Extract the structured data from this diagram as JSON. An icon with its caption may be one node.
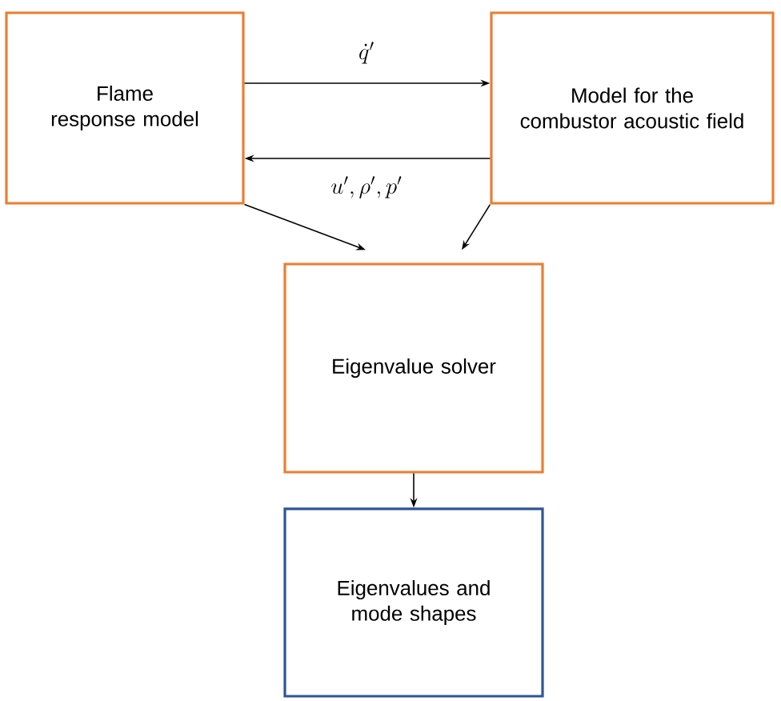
{
  "diagram": {
    "nodes": [
      {
        "text": [
          "Flame response model"
        ]
      },
      {
        "text": [
          "Model for the combustor acoustic field"
        ]
      },
      {
        "text": [
          "Eigenvalue solver"
        ]
      },
      {
        "text": [
          "Eigenvalues and mode shapes"
        ]
      }
    ],
    "edges": [
      {
        "from": 0,
        "to": 1,
        "arrow": "to",
        "label": "\\dot{q}'"
      },
      {
        "from": 1,
        "to": 0,
        "arrow": "to",
        "label": "u', \\rho', p'"
      },
      {
        "from": 0,
        "to": 2,
        "arrow": "to"
      },
      {
        "from": 1,
        "to": 2,
        "arrow": "to"
      },
      {
        "from": 2,
        "to": 3,
        "arrow": "to"
      }
    ]
  }
}
